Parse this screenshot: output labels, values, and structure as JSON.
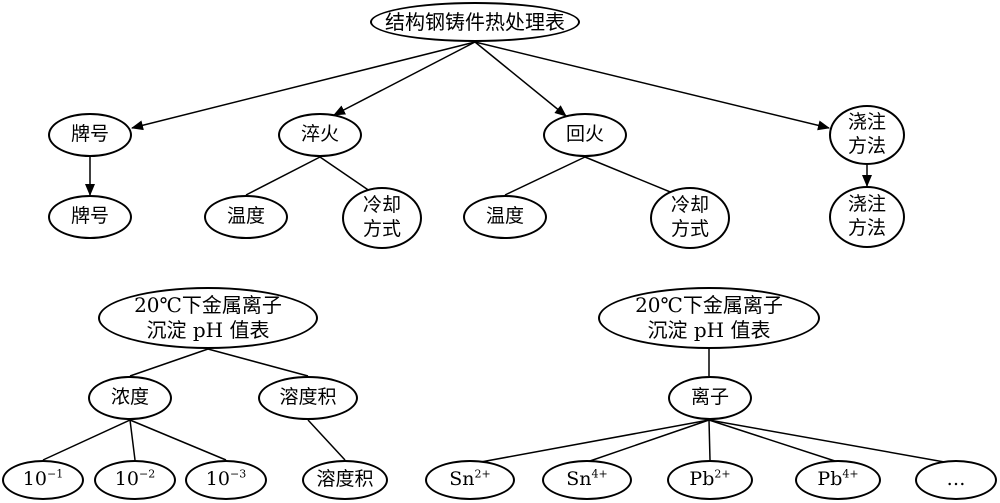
{
  "tree1": {
    "root": {
      "lines": [
        "结构钢铸件热处理表"
      ]
    },
    "paihao": {
      "lines": [
        "牌号"
      ]
    },
    "cuihuo": {
      "lines": [
        "淬火"
      ]
    },
    "huihuo": {
      "lines": [
        "回火"
      ]
    },
    "jiaozhu": {
      "lines": [
        "浇注",
        "方法"
      ]
    },
    "paihao_child": {
      "lines": [
        "牌号"
      ]
    },
    "cuihuo_wendu": {
      "lines": [
        "温度"
      ]
    },
    "cuihuo_lengque": {
      "lines": [
        "冷却",
        "方式"
      ]
    },
    "huihuo_wendu": {
      "lines": [
        "温度"
      ]
    },
    "huihuo_lengque": {
      "lines": [
        "冷却",
        "方式"
      ]
    },
    "jiaozhu_child": {
      "lines": [
        "浇注",
        "方法"
      ]
    }
  },
  "tree2": {
    "root": {
      "lines": [
        "20℃下金属离子",
        "沉淀 pH 值表"
      ]
    },
    "nongdu": {
      "lines": [
        "浓度"
      ]
    },
    "rongduji": {
      "lines": [
        "溶度积"
      ]
    },
    "c1": {
      "base": "10",
      "sup": "−1"
    },
    "c2": {
      "base": "10",
      "sup": "−2"
    },
    "c3": {
      "base": "10",
      "sup": "−3"
    },
    "rongduji_child": {
      "lines": [
        "溶度积"
      ]
    }
  },
  "tree3": {
    "root": {
      "lines": [
        "20℃下金属离子",
        "沉淀 pH 值表"
      ]
    },
    "lizi": {
      "lines": [
        "离子"
      ]
    },
    "sn2": {
      "base": "Sn",
      "sup": "2+"
    },
    "sn4": {
      "base": "Sn",
      "sup": "4+"
    },
    "pb2": {
      "base": "Pb",
      "sup": "2+"
    },
    "pb4": {
      "base": "Pb",
      "sup": "4+"
    },
    "more": {
      "lines": [
        "…"
      ]
    }
  },
  "colors": {
    "stroke": "#000000",
    "fill": "#ffffff"
  }
}
